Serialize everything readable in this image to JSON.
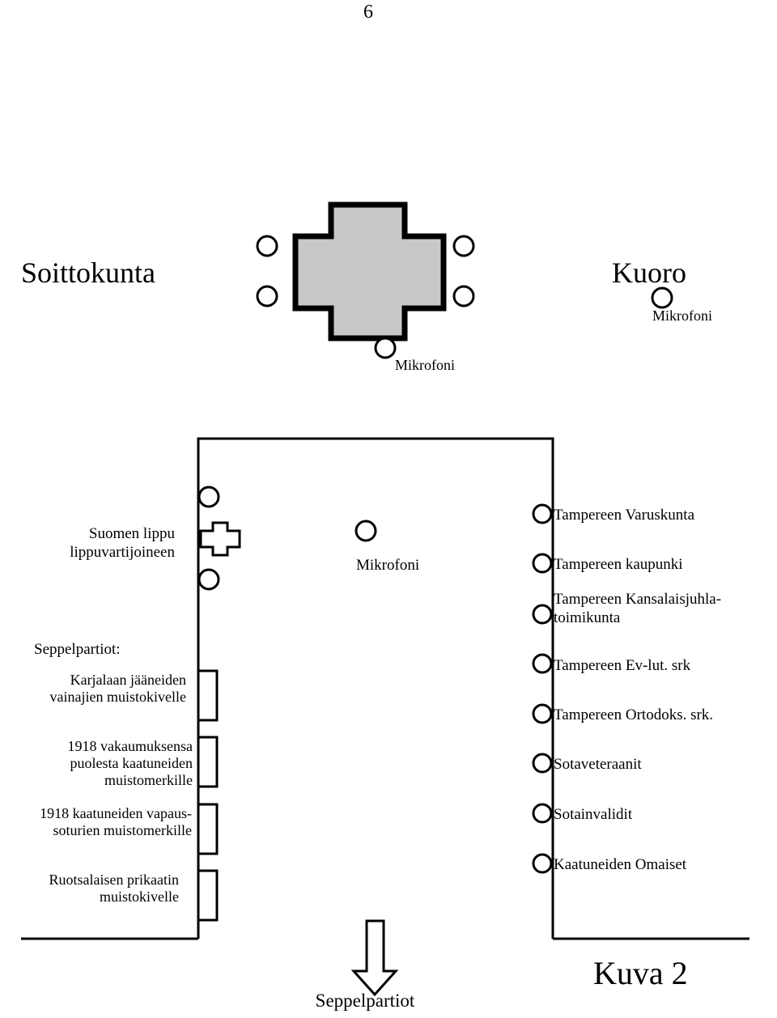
{
  "page_number": "6",
  "top": {
    "left_label": "Soittokunta",
    "right_label": "Kuoro",
    "right_mic_label": "Mikrofoni",
    "center_mic_label": "Mikrofoni",
    "cross_color": "#c8c8c8"
  },
  "area": {
    "center_mic_label": "Mikrofoni",
    "flag_label_line1": "Suomen lippu",
    "flag_label_line2": "lippuvartijoineen",
    "wreath_heading": "Seppelpartiot:",
    "wreaths": [
      {
        "line1": "Karjalaan jääneiden",
        "line2": "vainajien muistokivelle"
      },
      {
        "line1": "1918 vakaumuksensa",
        "line2": "puolesta kaatuneiden",
        "line3": "muistomerkille"
      },
      {
        "line1": "1918 kaatuneiden vapaus-",
        "line2": "soturien muistomerkille"
      },
      {
        "line1": "Ruotsalaisen prikaatin",
        "line2": "muistokivelle"
      }
    ],
    "groups": [
      {
        "line1": "Tampereen Varuskunta"
      },
      {
        "line1": "Tampereen kaupunki"
      },
      {
        "line1": "Tampereen Kansalaisjuhla-",
        "line2": "toimikunta"
      },
      {
        "line1": "Tampereen Ev-lut. srk"
      },
      {
        "line1": "Tampereen Ortodoks. srk."
      },
      {
        "line1": "Sotaveteraanit"
      },
      {
        "line1": "Sotainvalidit"
      },
      {
        "line1": "Kaatuneiden Omaiset"
      }
    ]
  },
  "exit_label": "Seppelpartiot",
  "figure_label": "Kuva 2"
}
